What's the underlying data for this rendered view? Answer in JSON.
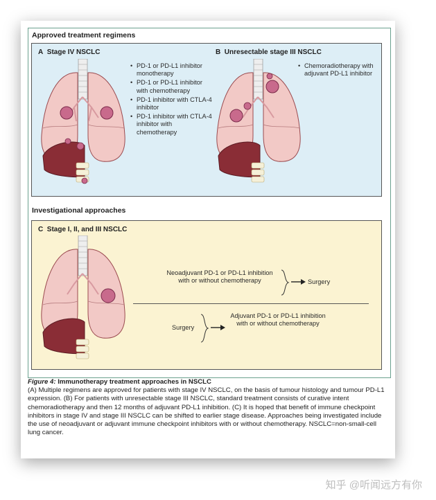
{
  "sections": {
    "approved": "Approved treatment regimens",
    "investigational": "Investigational approaches"
  },
  "panel_a": {
    "label": "A",
    "title": "Stage IV NSCLC",
    "bullets": [
      "PD-1 or PD-L1 inhibitor monotherapy",
      "PD-1 or PD-L1 inhibitor with chemotherapy",
      "PD-1 inhibitor with CTLA-4 inhibitor",
      "PD-1 inhibitor with CTLA-4 inhibitor with chemotherapy"
    ]
  },
  "panel_b": {
    "label": "B",
    "title": "Unresectable stage III NSCLC",
    "bullets": [
      "Chemoradiotherapy with adjuvant PD-L1 inhibitor"
    ]
  },
  "panel_c": {
    "label": "C",
    "title": "Stage I, II, and III NSCLC",
    "neoadjuvant": "Neoadjuvant PD-1 or PD-L1 inhibition with or without chemotherapy",
    "surgery_after": "Surgery",
    "surgery_before": "Surgery",
    "adjuvant": "Adjuvant PD-1 or PD-L1 inhibition with or without chemotherapy"
  },
  "caption": {
    "label": "Figure 4:",
    "title": "Immunotherapy treatment approaches in NSCLC",
    "text": "(A) Multiple regimens are approved for patients with stage IV NSCLC, on the basis of tumour histology and tumour PD-L1 expression. (B) For patients with unresectable stage III NSCLC, standard treatment consists of curative intent chemoradiotherapy and then 12 months of adjuvant PD-L1 inhibition. (C) It is hoped that benefit of immune checkpoint inhibitors in stage IV and stage III NSCLC can be shifted to earlier stage disease. Approaches being investigated include the use of neoadjuvant or adjuvant immune checkpoint inhibitors with or without chemotherapy. NSCLC=non-small-cell lung cancer."
  },
  "watermark": "知乎 @听闻远方有你",
  "colors": {
    "panel_top_bg": "#ddeef6",
    "panel_bottom_bg": "#fbf3d2",
    "frame": "#6aa08e",
    "lung": "#f2c9c6",
    "lung_edge": "#9a4a4f",
    "liver": "#8a2d36",
    "tumour": "#c86a8c"
  }
}
